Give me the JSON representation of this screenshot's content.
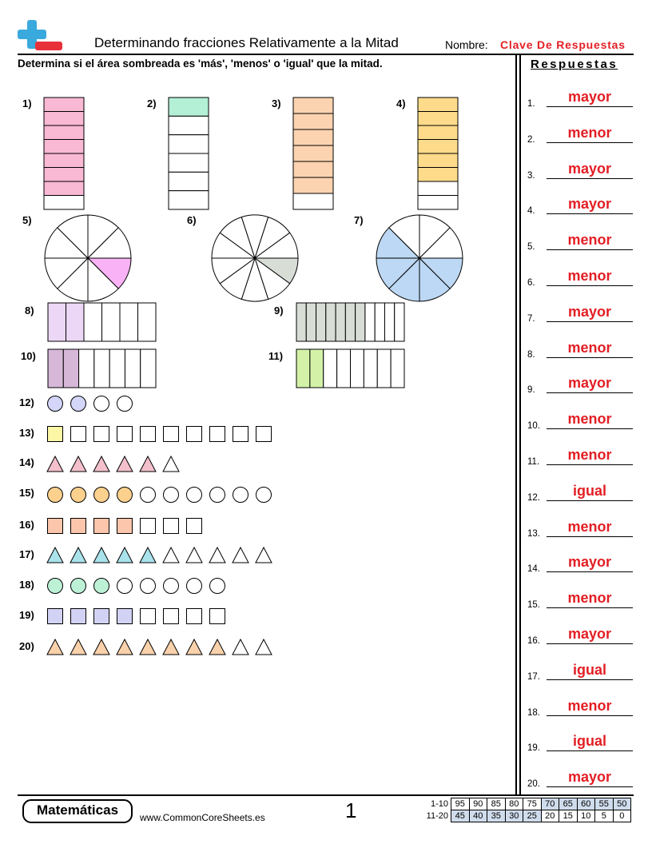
{
  "header": {
    "title": "Determinando fracciones Relativamente a la Mitad",
    "name_label": "Nombre:",
    "name_value": "Clave De Respuestas"
  },
  "instructions": "Determina si el área sombreada es 'más', 'menos' o 'igual' que la mitad.",
  "colors": {
    "answer_red": "#e31e24",
    "pink": "#f9b8d4",
    "mint": "#b3f0d6",
    "peach": "#fcd3b0",
    "yellow": "#fddb8a",
    "magenta": "#f9b2f5",
    "sage": "#d8ddd6",
    "blue": "#bcd8f4",
    "lavender": "#ecd8f6",
    "mauve": "#d7b7d8",
    "green": "#d3f2a8",
    "periwinkle": "#d3d6f8",
    "pale_yellow": "#fbf7a6",
    "rose": "#f3c0cc",
    "orange": "#fcd18e",
    "salmon": "#fbc6ab",
    "teal": "#a9e2ea",
    "seafoam": "#bdf1d6",
    "lilac": "#d2d3f4",
    "apricot": "#f9d1ab"
  },
  "problems": [
    {
      "label": "1)",
      "type": "vbar",
      "parts": 8,
      "shaded": 7,
      "color": "#f9b8d4"
    },
    {
      "label": "2)",
      "type": "vbar",
      "parts": 6,
      "shaded": 1,
      "color": "#b3f0d6"
    },
    {
      "label": "3)",
      "type": "vbar",
      "parts": 7,
      "shaded": 6,
      "color": "#fcd3b0"
    },
    {
      "label": "4)",
      "type": "vbar",
      "parts": 8,
      "shaded": 6,
      "color": "#fddb8a"
    },
    {
      "label": "5)",
      "type": "pie",
      "parts": 8,
      "shaded": 1,
      "color": "#f9b2f5"
    },
    {
      "label": "6)",
      "type": "pie",
      "parts": 10,
      "shaded": 1,
      "color": "#d8ddd6"
    },
    {
      "label": "7)",
      "type": "pie",
      "parts": 8,
      "shaded": 5,
      "color": "#bcd8f4"
    },
    {
      "label": "8)",
      "type": "hbar",
      "parts": 6,
      "shaded": 2,
      "color": "#ecd8f6"
    },
    {
      "label": "9)",
      "type": "hbar",
      "parts": 11,
      "shaded": 7,
      "color": "#d8ddd6"
    },
    {
      "label": "10)",
      "type": "hbar",
      "parts": 7,
      "shaded": 2,
      "color": "#d7b7d8"
    },
    {
      "label": "11)",
      "type": "hbar",
      "parts": 8,
      "shaded": 2,
      "color": "#d3f2a8"
    },
    {
      "label": "12)",
      "type": "circles",
      "count": 4,
      "shaded": 2,
      "color": "#d3d6f8"
    },
    {
      "label": "13)",
      "type": "squares",
      "count": 10,
      "shaded": 1,
      "color": "#fbf7a6"
    },
    {
      "label": "14)",
      "type": "triangles",
      "count": 6,
      "shaded": 5,
      "color": "#f3c0cc"
    },
    {
      "label": "15)",
      "type": "circles",
      "count": 10,
      "shaded": 4,
      "color": "#fcd18e"
    },
    {
      "label": "16)",
      "type": "squares",
      "count": 7,
      "shaded": 4,
      "color": "#fbc6ab"
    },
    {
      "label": "17)",
      "type": "triangles",
      "count": 10,
      "shaded": 5,
      "color": "#a9e2ea"
    },
    {
      "label": "18)",
      "type": "circles",
      "count": 8,
      "shaded": 3,
      "color": "#bdf1d6"
    },
    {
      "label": "19)",
      "type": "squares",
      "count": 8,
      "shaded": 4,
      "color": "#d2d3f4"
    },
    {
      "label": "20)",
      "type": "triangles",
      "count": 10,
      "shaded": 8,
      "color": "#f9d1ab"
    }
  ],
  "answers": {
    "heading": "Respuestas",
    "items": [
      {
        "num": "1.",
        "value": "mayor"
      },
      {
        "num": "2.",
        "value": "menor"
      },
      {
        "num": "3.",
        "value": "mayor"
      },
      {
        "num": "4.",
        "value": "mayor"
      },
      {
        "num": "5.",
        "value": "menor"
      },
      {
        "num": "6.",
        "value": "menor"
      },
      {
        "num": "7.",
        "value": "mayor"
      },
      {
        "num": "8.",
        "value": "menor"
      },
      {
        "num": "9.",
        "value": "mayor"
      },
      {
        "num": "10.",
        "value": "menor"
      },
      {
        "num": "11.",
        "value": "menor"
      },
      {
        "num": "12.",
        "value": "igual"
      },
      {
        "num": "13.",
        "value": "menor"
      },
      {
        "num": "14.",
        "value": "mayor"
      },
      {
        "num": "15.",
        "value": "menor"
      },
      {
        "num": "16.",
        "value": "mayor"
      },
      {
        "num": "17.",
        "value": "igual"
      },
      {
        "num": "18.",
        "value": "menor"
      },
      {
        "num": "19.",
        "value": "igual"
      },
      {
        "num": "20.",
        "value": "mayor"
      }
    ]
  },
  "footer": {
    "brand": "Matemáticas",
    "website": "www.CommonCoreSheets.es",
    "page_number": "1",
    "score_rows": [
      {
        "label": "1-10",
        "values": [
          "95",
          "90",
          "85",
          "80",
          "75",
          "70",
          "65",
          "60",
          "55",
          "50"
        ]
      },
      {
        "label": "11-20",
        "values": [
          "45",
          "40",
          "35",
          "30",
          "25",
          "20",
          "15",
          "10",
          "5",
          "0"
        ]
      }
    ]
  }
}
